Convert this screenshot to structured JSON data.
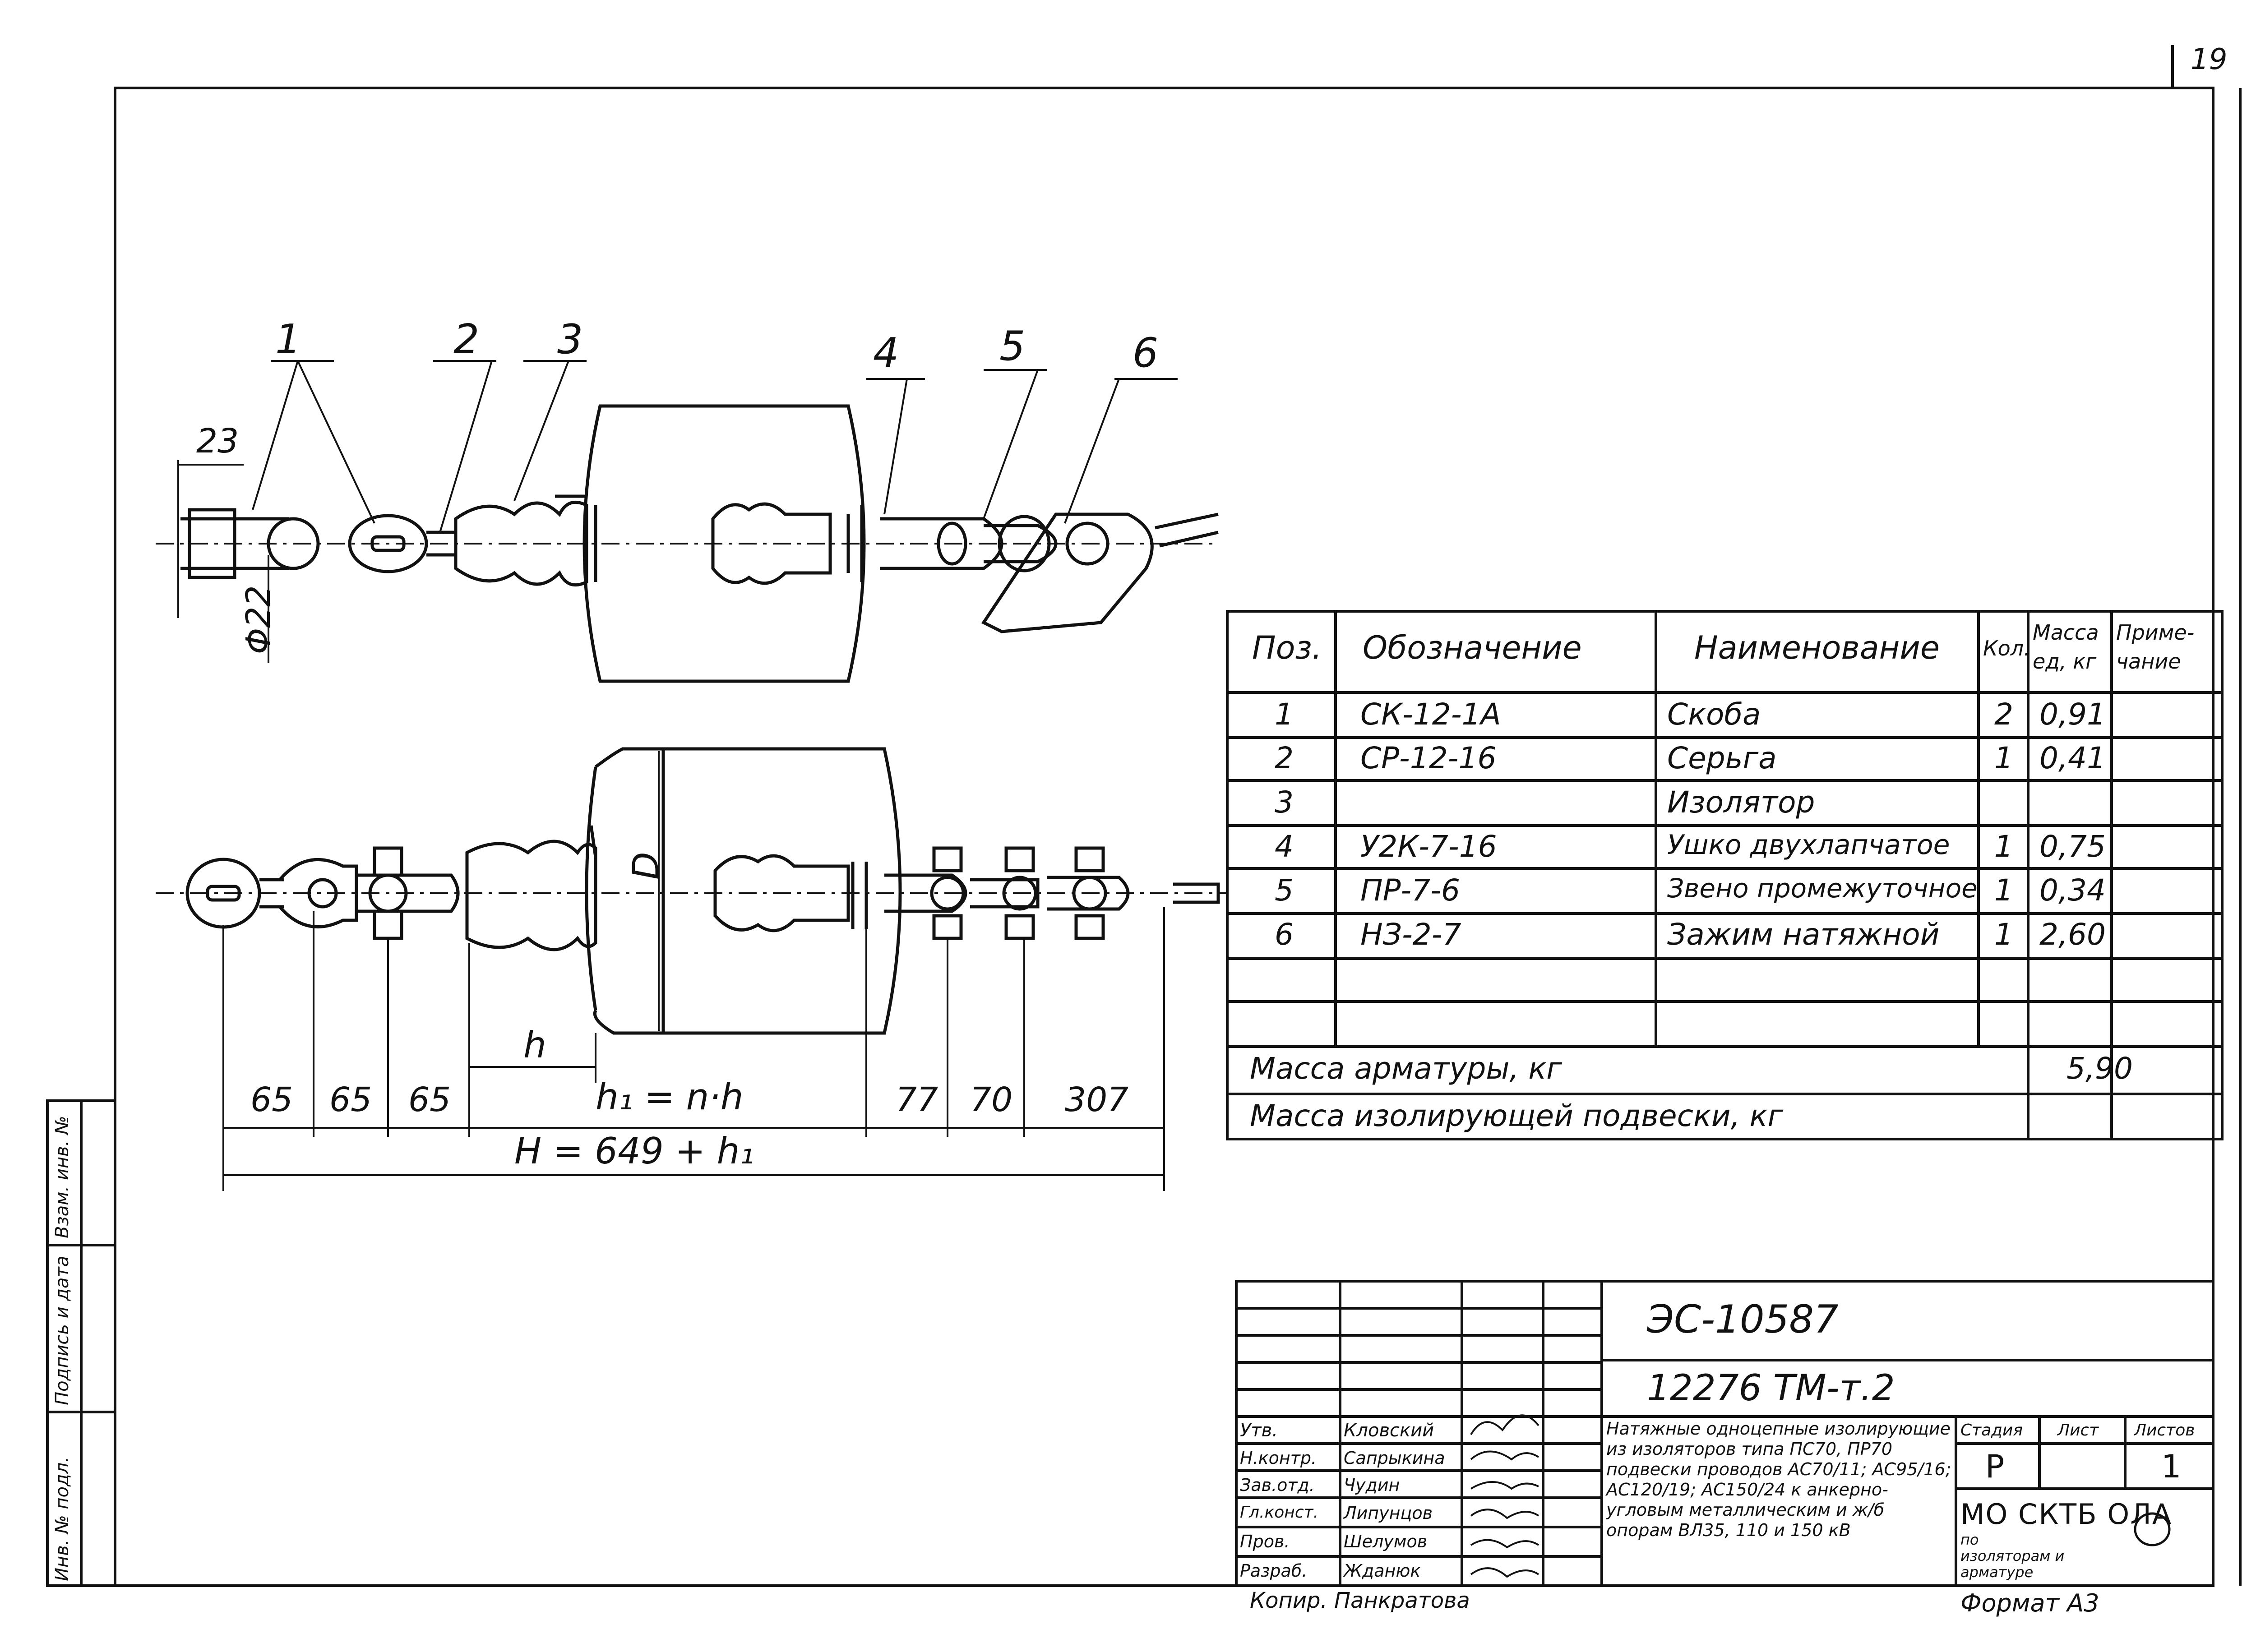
{
  "sheet_number": "19",
  "callouts": [
    "1",
    "2",
    "3",
    "4",
    "5",
    "6"
  ],
  "top_view_dims": {
    "width": "23",
    "diameter": "Φ22"
  },
  "side_view": {
    "diameter_label": "D",
    "h_label": "h",
    "h1_formula": "h₁ = n·h",
    "segments": [
      "65",
      "65",
      "65",
      "77",
      "70",
      "307"
    ],
    "total": "H = 649 + h₁"
  },
  "spec_table": {
    "headers": {
      "pos": "Поз.",
      "designation": "Обозначение",
      "name": "Наименование",
      "qty": "Кол.",
      "mass": "Масса ед, кг",
      "note": "Приме-чание"
    },
    "rows": [
      {
        "pos": "1",
        "designation": "СК-12-1А",
        "name": "Скоба",
        "qty": "2",
        "mass": "0,91"
      },
      {
        "pos": "2",
        "designation": "СР-12-16",
        "name": "Серьга",
        "qty": "1",
        "mass": "0,41"
      },
      {
        "pos": "3",
        "designation": "",
        "name": "Изолятор",
        "qty": "",
        "mass": ""
      },
      {
        "pos": "4",
        "designation": "У2К-7-16",
        "name": "Ушко двухлапчатое",
        "qty": "1",
        "mass": "0,75"
      },
      {
        "pos": "5",
        "designation": "ПР-7-6",
        "name": "Звено промежуточное",
        "qty": "1",
        "mass": "0,34"
      },
      {
        "pos": "6",
        "designation": "НЗ-2-7",
        "name": "Зажим натяжной",
        "qty": "1",
        "mass": "2,60"
      }
    ],
    "mass_fittings_label": "Масса арматуры, кг",
    "mass_fittings_value": "5,90",
    "mass_insulating_label": "Масса изолирующей подвески, кг"
  },
  "title_block": {
    "doc_code": "ЭС-10587",
    "project_code": "12276 ТМ-т.2",
    "description": "Натяжные одноцепные изолирующие из изоляторов типа ПС70, ПР70 подвески проводов АС70/11; АС95/16; АС120/19; АС150/24 к анкерно-угловым металлическим и ж/б опорам ВЛ35, 110 и 150 кВ",
    "stage_label": "Стадия",
    "sheet_label": "Лист",
    "sheets_label": "Листов",
    "stage_value": "Р",
    "sheets_value": "1",
    "org": "МО СКТБ ОЛА",
    "org_sub": "по изоляторам и арматуре",
    "roles": [
      {
        "role": "Утв.",
        "name": "Кловский"
      },
      {
        "role": "Н.контр.",
        "name": "Сапрыкина"
      },
      {
        "role": "Зав.отд.",
        "name": "Чудин"
      },
      {
        "role": "Гл.конст.",
        "name": "Липунцов"
      },
      {
        "role": "Пров.",
        "name": "Шелумов"
      },
      {
        "role": "Разраб.",
        "name": "Жданюк"
      }
    ],
    "copied_by": "Копир. Панкратова",
    "format": "Формат А3"
  },
  "side_stamp": [
    "Инв. № подл.",
    "Подпись и дата",
    "Взам. инв. №"
  ]
}
